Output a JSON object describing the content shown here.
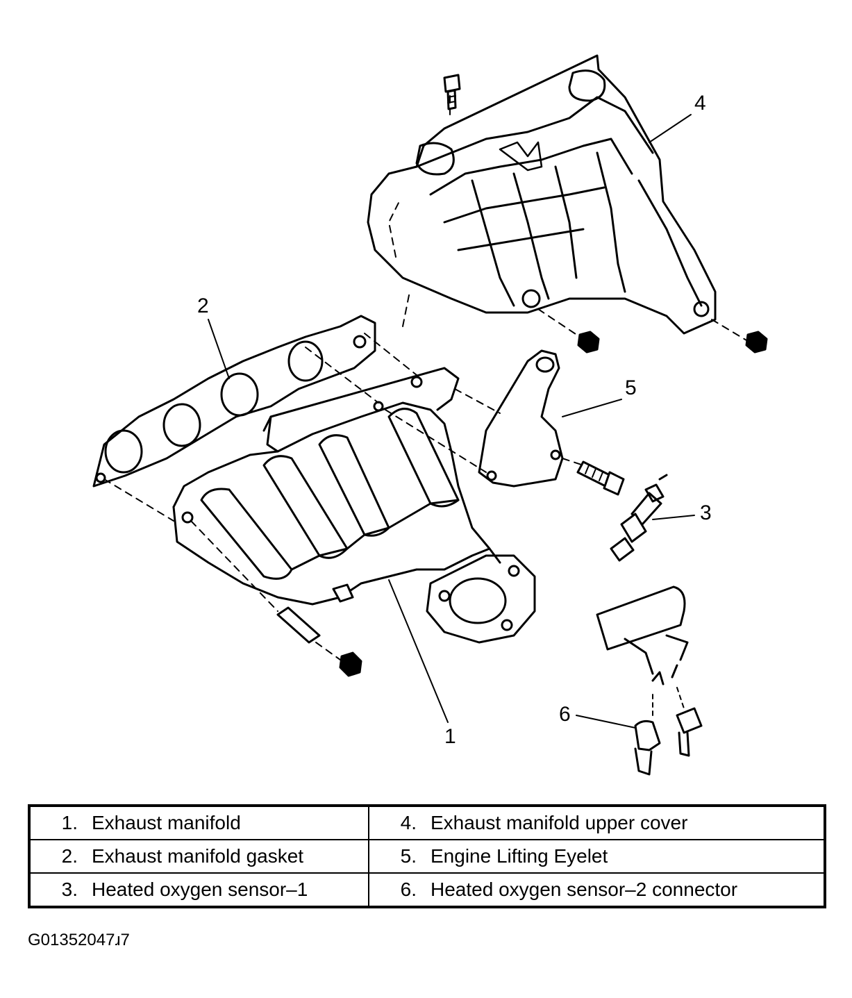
{
  "callouts": {
    "c1": "1",
    "c2": "2",
    "c3": "3",
    "c4": "4",
    "c5": "5",
    "c6": "6"
  },
  "legend": {
    "rows": [
      {
        "left_num": "1.",
        "left_text": "Exhaust manifold",
        "right_num": "4.",
        "right_text": "Exhaust manifold upper cover"
      },
      {
        "left_num": "2.",
        "left_text": "Exhaust manifold gasket",
        "right_num": "5.",
        "right_text": "Engine Lifting Eyelet"
      },
      {
        "left_num": "3.",
        "left_text": "Heated oxygen sensor–1",
        "right_num": "6.",
        "right_text": "Heated oxygen sensor–2 connector"
      }
    ]
  },
  "figure_id": "G01352047ɹ7"
}
